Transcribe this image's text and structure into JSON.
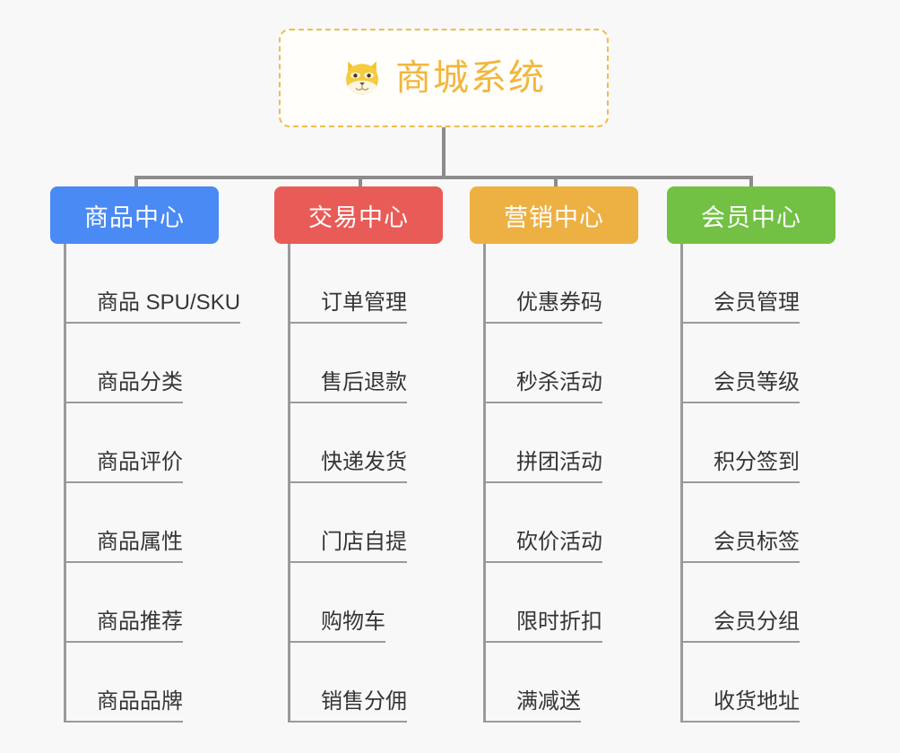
{
  "background_color": "#f8f8f9",
  "root": {
    "title": "商城系统",
    "icon": "shiba-dog-icon",
    "text_color": "#f2b63c",
    "border_color": "#eebc4f"
  },
  "connector_color": "#8c8c8c",
  "categories": [
    {
      "label": "商品中心",
      "color": "#4a8af4",
      "items": [
        {
          "label": "商品 SPU/SKU"
        },
        {
          "label": "商品分类"
        },
        {
          "label": "商品评价"
        },
        {
          "label": "商品属性"
        },
        {
          "label": "商品推荐"
        },
        {
          "label": "商品品牌"
        }
      ]
    },
    {
      "label": "交易中心",
      "color": "#e95b56",
      "items": [
        {
          "label": "订单管理"
        },
        {
          "label": "售后退款"
        },
        {
          "label": "快递发货"
        },
        {
          "label": "门店自提"
        },
        {
          "label": "购物车"
        },
        {
          "label": "销售分佣"
        }
      ]
    },
    {
      "label": "营销中心",
      "color": "#edb042",
      "items": [
        {
          "label": "优惠券码"
        },
        {
          "label": "秒杀活动"
        },
        {
          "label": "拼团活动"
        },
        {
          "label": "砍价活动"
        },
        {
          "label": "限时折扣"
        },
        {
          "label": "满减送"
        }
      ]
    },
    {
      "label": "会员中心",
      "color": "#72c144",
      "items": [
        {
          "label": "会员管理"
        },
        {
          "label": "会员等级"
        },
        {
          "label": "积分签到"
        },
        {
          "label": "会员标签"
        },
        {
          "label": "会员分组"
        },
        {
          "label": "收货地址"
        }
      ]
    }
  ]
}
